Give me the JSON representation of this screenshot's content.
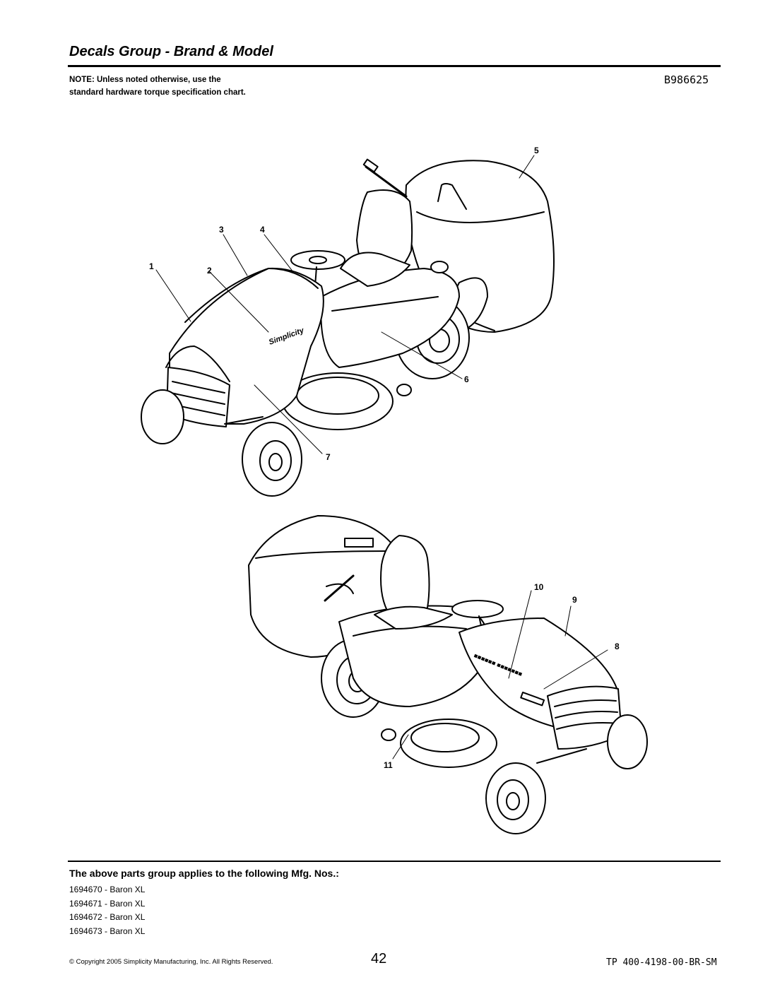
{
  "header": {
    "title": "Decals Group - Brand & Model"
  },
  "note": "NOTE: Unless noted otherwise, use the standard hardware torque specification chart.",
  "diagram_code": "B986625",
  "callouts": [
    "1",
    "2",
    "3",
    "4",
    "5",
    "6",
    "7",
    "8",
    "9",
    "10",
    "11"
  ],
  "tractor_brand_logo": "Simplicity",
  "applies_heading": "The above parts group applies to the following Mfg. Nos.:",
  "models": [
    "1694670 - Baron XL",
    "1694671 - Baron XL",
    "1694672 - Baron XL",
    "1694673 - Baron XL"
  ],
  "footer": {
    "copyright": "© Copyright 2005 Simplicity Manufacturing, Inc. All Rights Reserved.",
    "page_number": "42",
    "doc_number": "TP 400-4198-00-BR-SM"
  }
}
